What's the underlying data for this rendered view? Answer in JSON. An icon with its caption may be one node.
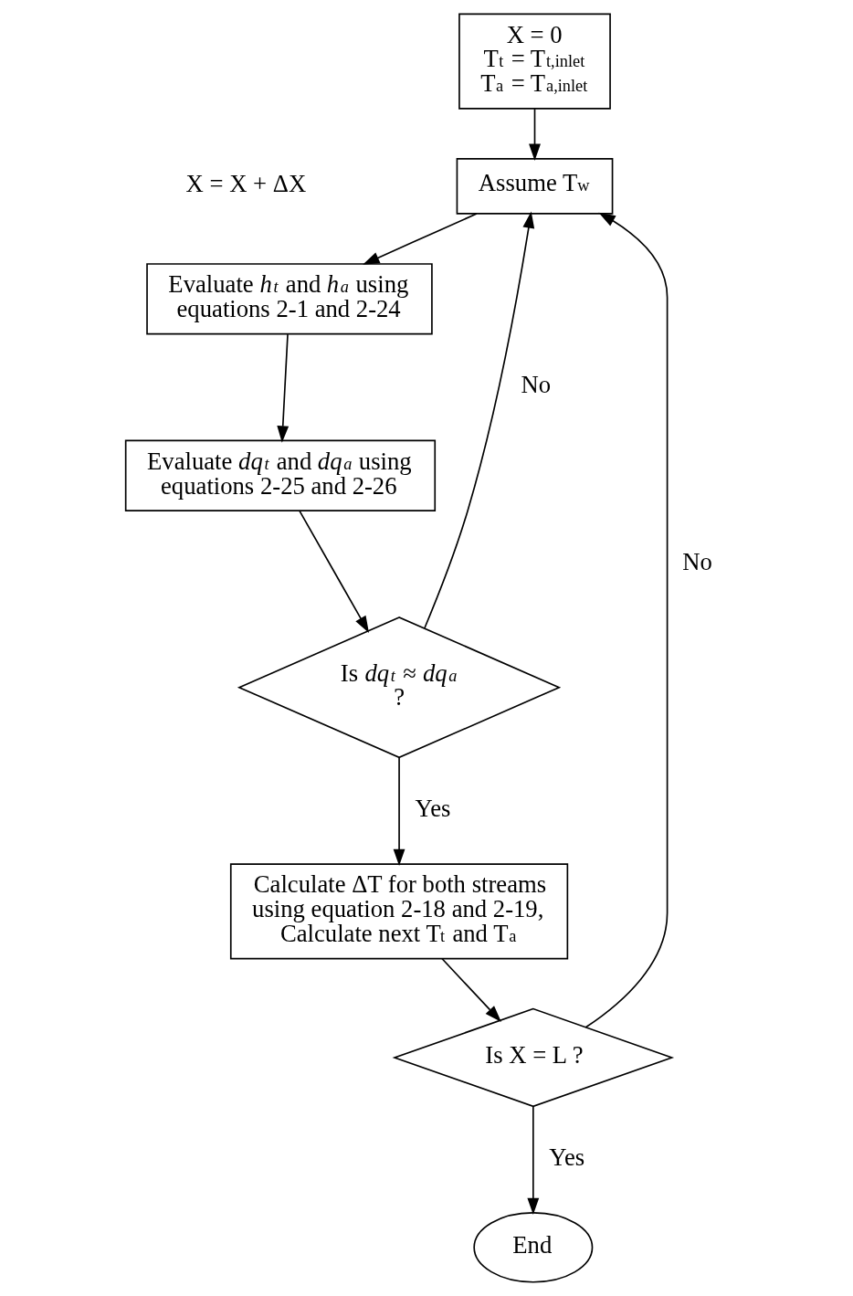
{
  "diagram": {
    "nodes": [
      {
        "text": [
          "X = 0",
          "T$_{t}$ = T$_{t,inlet}$",
          "T$_{a}$ = T$_{a,inlet}$"
        ]
      },
      {
        "text": [
          "Assume T$_{w}$"
        ]
      },
      {
        "text": [
          "Evaluate *h$_{t}$* and *h$_{a}$* using equations 2-1 and 2-24"
        ]
      },
      {
        "text": [
          "Evaluate *dq$_{t}$* and *dq$_{a}$* using equations 2-25 and 2-26"
        ]
      },
      {
        "text": [
          "Is *dq$_{t}$* ≈ *dq$_{a}$* ?"
        ]
      },
      {
        "text": [
          "Calculate ΔT for both streams using equation 2-18 and 2-19, Calculate next T$_{t}$ and T$_{a}$"
        ]
      },
      {
        "text": [
          "Is X = L ?"
        ]
      },
      {
        "text": [
          "End"
        ]
      }
    ],
    "edges": [
      {
        "from": 0,
        "to": 1,
        "arrow": "to"
      },
      {
        "from": 1,
        "to": 2,
        "arrow": "to"
      },
      {
        "from": 2,
        "to": 3,
        "arrow": "to"
      },
      {
        "from": 3,
        "to": 4,
        "arrow": "to"
      },
      {
        "from": 4,
        "to": 1,
        "arrow": "to",
        "label": "No"
      },
      {
        "from": 4,
        "to": 5,
        "arrow": "to",
        "label": "Yes"
      },
      {
        "from": 5,
        "to": 6,
        "arrow": "to"
      },
      {
        "from": 6,
        "to": 1,
        "arrow": "to",
        "label": "No"
      },
      {
        "from": 6,
        "to": 7,
        "arrow": "to",
        "label": "Yes"
      }
    ],
    "labels": [
      "X = X + ΔX"
    ]
  }
}
